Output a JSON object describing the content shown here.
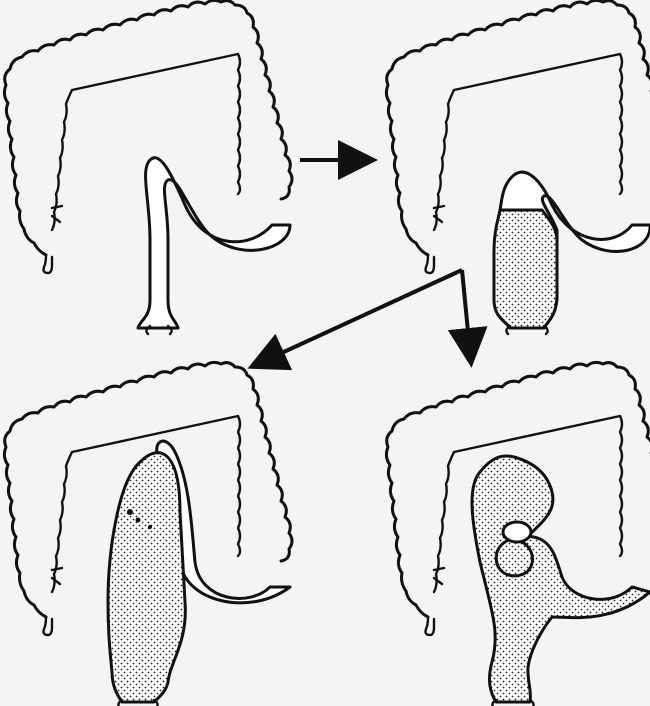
{
  "figure": {
    "panels": [
      {
        "id": "panel-1",
        "state": "normal sigmoid loop"
      },
      {
        "id": "panel-2",
        "state": "distal sigmoid partially filled"
      },
      {
        "id": "panel-3",
        "state": "distended sigmoid"
      },
      {
        "id": "panel-4",
        "state": "twisted sigmoid loop"
      }
    ],
    "arrows": [
      "panel-1-to-panel-2",
      "panel-2-to-panel-3",
      "panel-2-to-panel-4"
    ],
    "colors": {
      "ink": "#111111",
      "paper": "#f4f4f2",
      "fill": "#e9e9e6"
    }
  }
}
